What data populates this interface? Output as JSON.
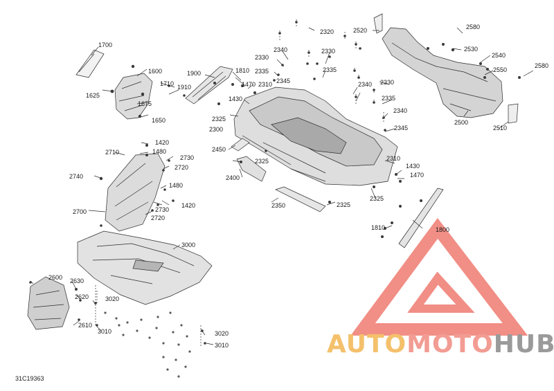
{
  "diagram_code": "31C19363",
  "brand": {
    "part1": "AUTO",
    "part2": "MOTO",
    "part3": "HUB",
    "color1": "#f4c06b",
    "color2": "#f29c93",
    "color3": "#9a9a9a",
    "logo_color": "#ee7a70"
  },
  "callouts": {
    "c1700": "1700",
    "c1600": "1600",
    "c1625": "1625",
    "c1675": "1675",
    "c1650": "1650",
    "c1710": "1710",
    "c1910": "1910",
    "c1900": "1900",
    "c1810a": "1810",
    "c1470a": "1470",
    "c2310a": "2310",
    "c1430a": "1430",
    "c2325a": "2325",
    "c2300": "2300",
    "c2340a": "2340",
    "c2330a": "2330",
    "c2335a": "2335",
    "c2345a": "2345",
    "c2320": "2320",
    "c2330b": "2330",
    "c2335b": "2335",
    "c2340b": "2340",
    "c2330c": "2330",
    "c2335c": "2335",
    "c2340c": "2340",
    "c2345b": "2345",
    "c2520": "2520",
    "c2580a": "2580",
    "c2530": "2530",
    "c2540": "2540",
    "c2550": "2550",
    "c2580b": "2580",
    "c2500": "2500",
    "c2510": "2510",
    "c2450": "2450",
    "c2325b": "2325",
    "c2400": "2400",
    "c2310b": "2310",
    "c1430b": "1430",
    "c1470b": "1470",
    "c2325c": "2325",
    "c2325d": "2325",
    "c2350": "2350",
    "c2710": "2710",
    "c1420a": "1420",
    "c1480a": "1480",
    "c2730a": "2730",
    "c2720a": "2720",
    "c2740": "2740",
    "c1480b": "1480",
    "c2730b": "2730",
    "c1420b": "1420",
    "c2720b": "2720",
    "c2700": "2700",
    "c3000": "3000",
    "c1810b": "1810",
    "c1800": "1800",
    "c2600": "2600",
    "c2630": "2630",
    "c2620": "2620",
    "c2610": "2610",
    "c3020a": "3020",
    "c3010a": "3010",
    "c3020b": "3020",
    "c3010b": "3010"
  }
}
